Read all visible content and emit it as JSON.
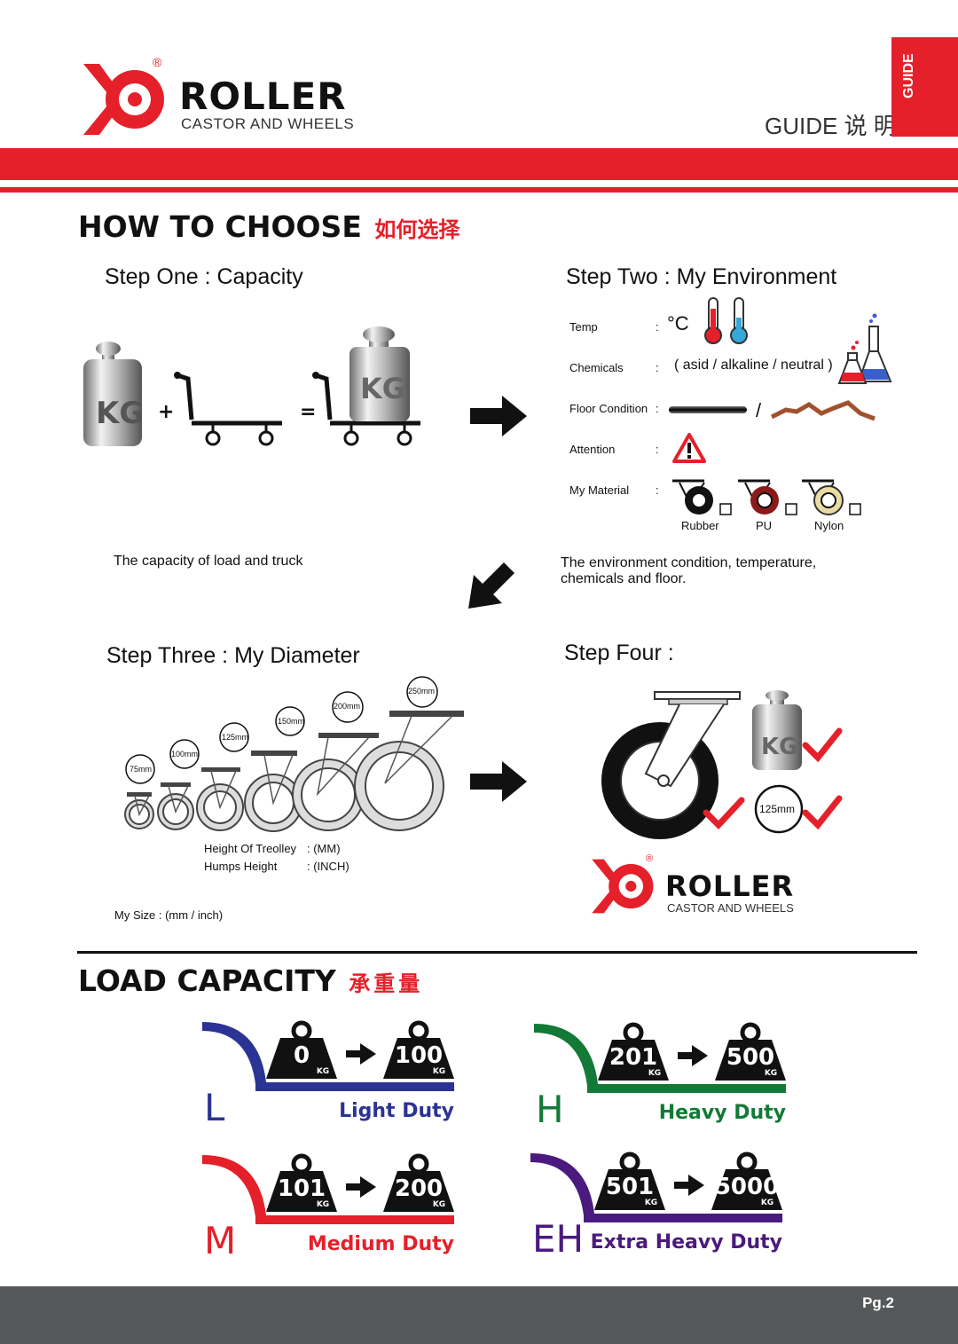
{
  "header": {
    "brand": "ROLLER",
    "tagline": "CASTOR AND WHEELS",
    "registered": "®",
    "guide_label": "GUIDE 说 明",
    "tab_label": "GUIDE"
  },
  "how_to_choose": {
    "title": "HOW TO CHOOSE",
    "title_cn": "如何选择",
    "step1": {
      "title": "Step One : Capacity",
      "kg_label": "KG",
      "plus": "+",
      "equals": "=",
      "caption": "The capacity of load and truck"
    },
    "step2": {
      "title": "Step Two : My Environment",
      "rows": [
        {
          "label": "Temp",
          "colon": ":",
          "value": "°C"
        },
        {
          "label": "Chemicals",
          "colon": ":",
          "value": "( asid / alkaline / neutral )"
        },
        {
          "label": "Floor Condition",
          "colon": ":",
          "value": "/"
        },
        {
          "label": "Attention",
          "colon": ":",
          "value": ""
        },
        {
          "label": "My Material",
          "colon": ":",
          "value": ""
        }
      ],
      "materials": [
        "Rubber",
        "PU",
        "Nylon"
      ],
      "caption": "The environment condition, temperature, chemicals and floor."
    },
    "step3": {
      "title": "Step Three : My Diameter",
      "sizes": [
        "75mm",
        "100mm",
        "125mm",
        "150mm",
        "200mm",
        "250mm"
      ],
      "height_label": "Height Of Treolley",
      "height_unit": ": (MM)",
      "humps_label": "Humps Height",
      "humps_unit": ": (INCH)",
      "my_size": "My Size : (mm / inch)"
    },
    "step4": {
      "title": "Step Four :",
      "size": "125mm",
      "kg_label": "KG"
    }
  },
  "load_capacity": {
    "title": "LOAD CAPACITY",
    "title_cn": "承重量",
    "unit": "KG",
    "tiers": [
      {
        "letter": "L",
        "name": "Light Duty",
        "min": "0",
        "max": "100",
        "color": "#2b3494"
      },
      {
        "letter": "H",
        "name": "Heavy Duty",
        "min": "201",
        "max": "500",
        "color": "#127a36"
      },
      {
        "letter": "M",
        "name": "Medium Duty",
        "min": "101",
        "max": "200",
        "color": "#e5202a"
      },
      {
        "letter": "EH",
        "name": "Extra Heavy Duty",
        "min": "501",
        "max": "5000",
        "color": "#4a1a7e"
      }
    ]
  },
  "footer": {
    "page": "Pg.2"
  },
  "colors": {
    "brand_red": "#e5202a",
    "footer_gray": "#555759"
  }
}
